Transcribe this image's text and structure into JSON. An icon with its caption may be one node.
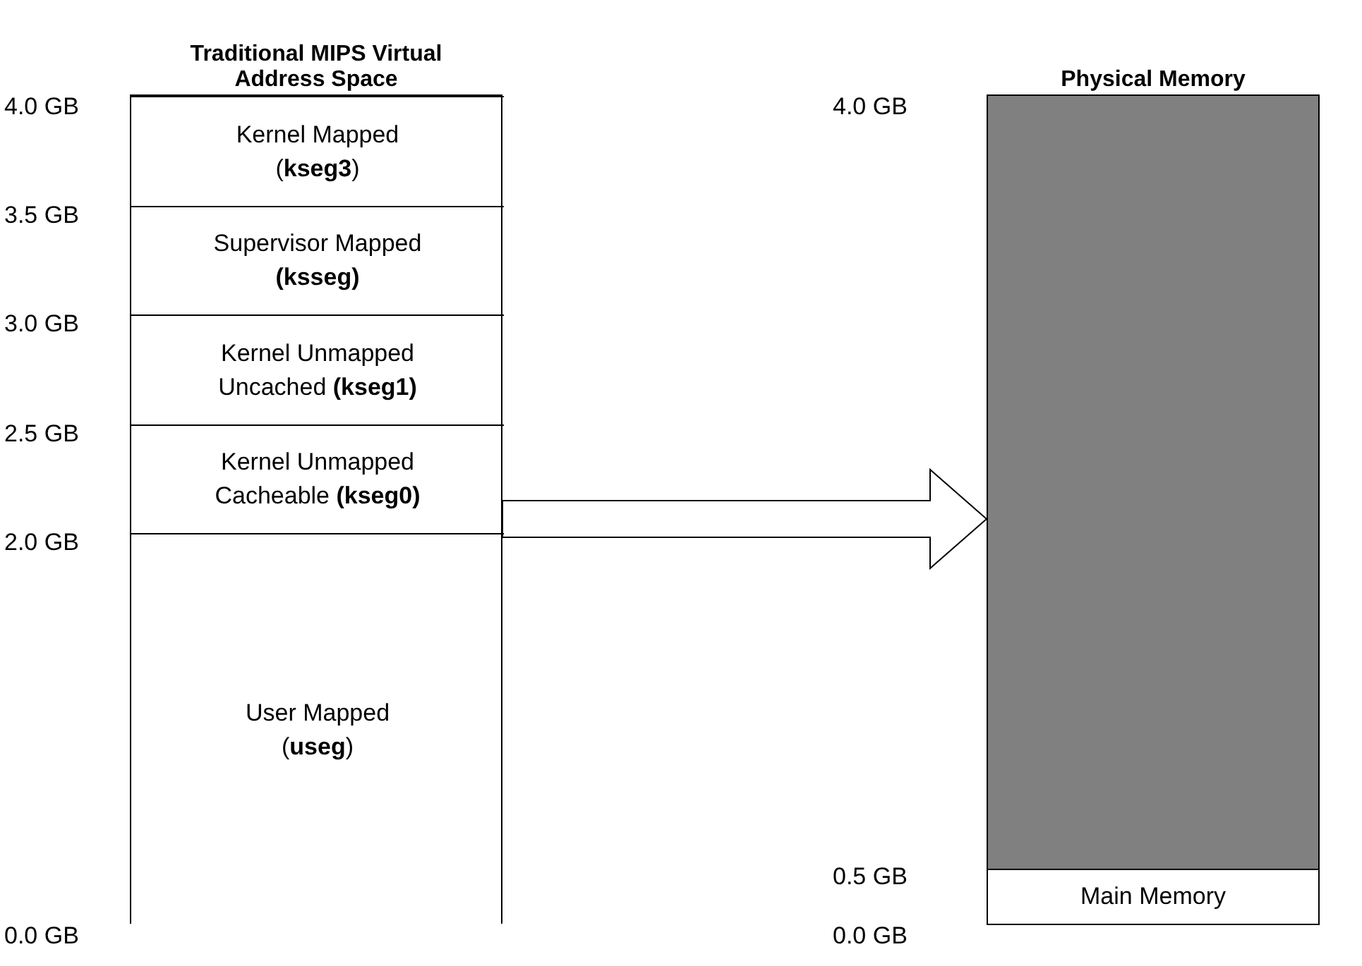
{
  "diagram": {
    "nodes": [
      {
        "text": [
          "Traditional MIPS Virtual Address Space"
        ]
      },
      {
        "text": [
          "Kernel Mapped (**kseg3**)"
        ],
        "in": 0
      },
      {
        "text": [
          "Supervisor Mapped **(ksseg)**"
        ],
        "in": 0
      },
      {
        "text": [
          "Kernel Unmapped Uncached **(kseg1)**"
        ],
        "in": 0
      },
      {
        "text": [
          "Kernel Unmapped Cacheable **(kseg0)**"
        ],
        "in": 0
      },
      {
        "text": [
          "User Mapped (**useg**)"
        ],
        "in": 0
      },
      {
        "text": [
          "Physical Memory"
        ]
      },
      {
        "text": [],
        "shape": "box",
        "in": 6
      },
      {
        "text": [
          "Main Memory"
        ],
        "in": 6
      }
    ],
    "edges": [
      {
        "from": 0,
        "to": 6,
        "arrow": "to",
        "style": "thick"
      }
    ],
    "labels": [
      "4.0 GB",
      "3.5 GB",
      "3.0 GB",
      "2.5 GB",
      "2.0 GB",
      "0.0 GB",
      "4.0 GB",
      "0.5 GB",
      "0.0 GB"
    ]
  }
}
